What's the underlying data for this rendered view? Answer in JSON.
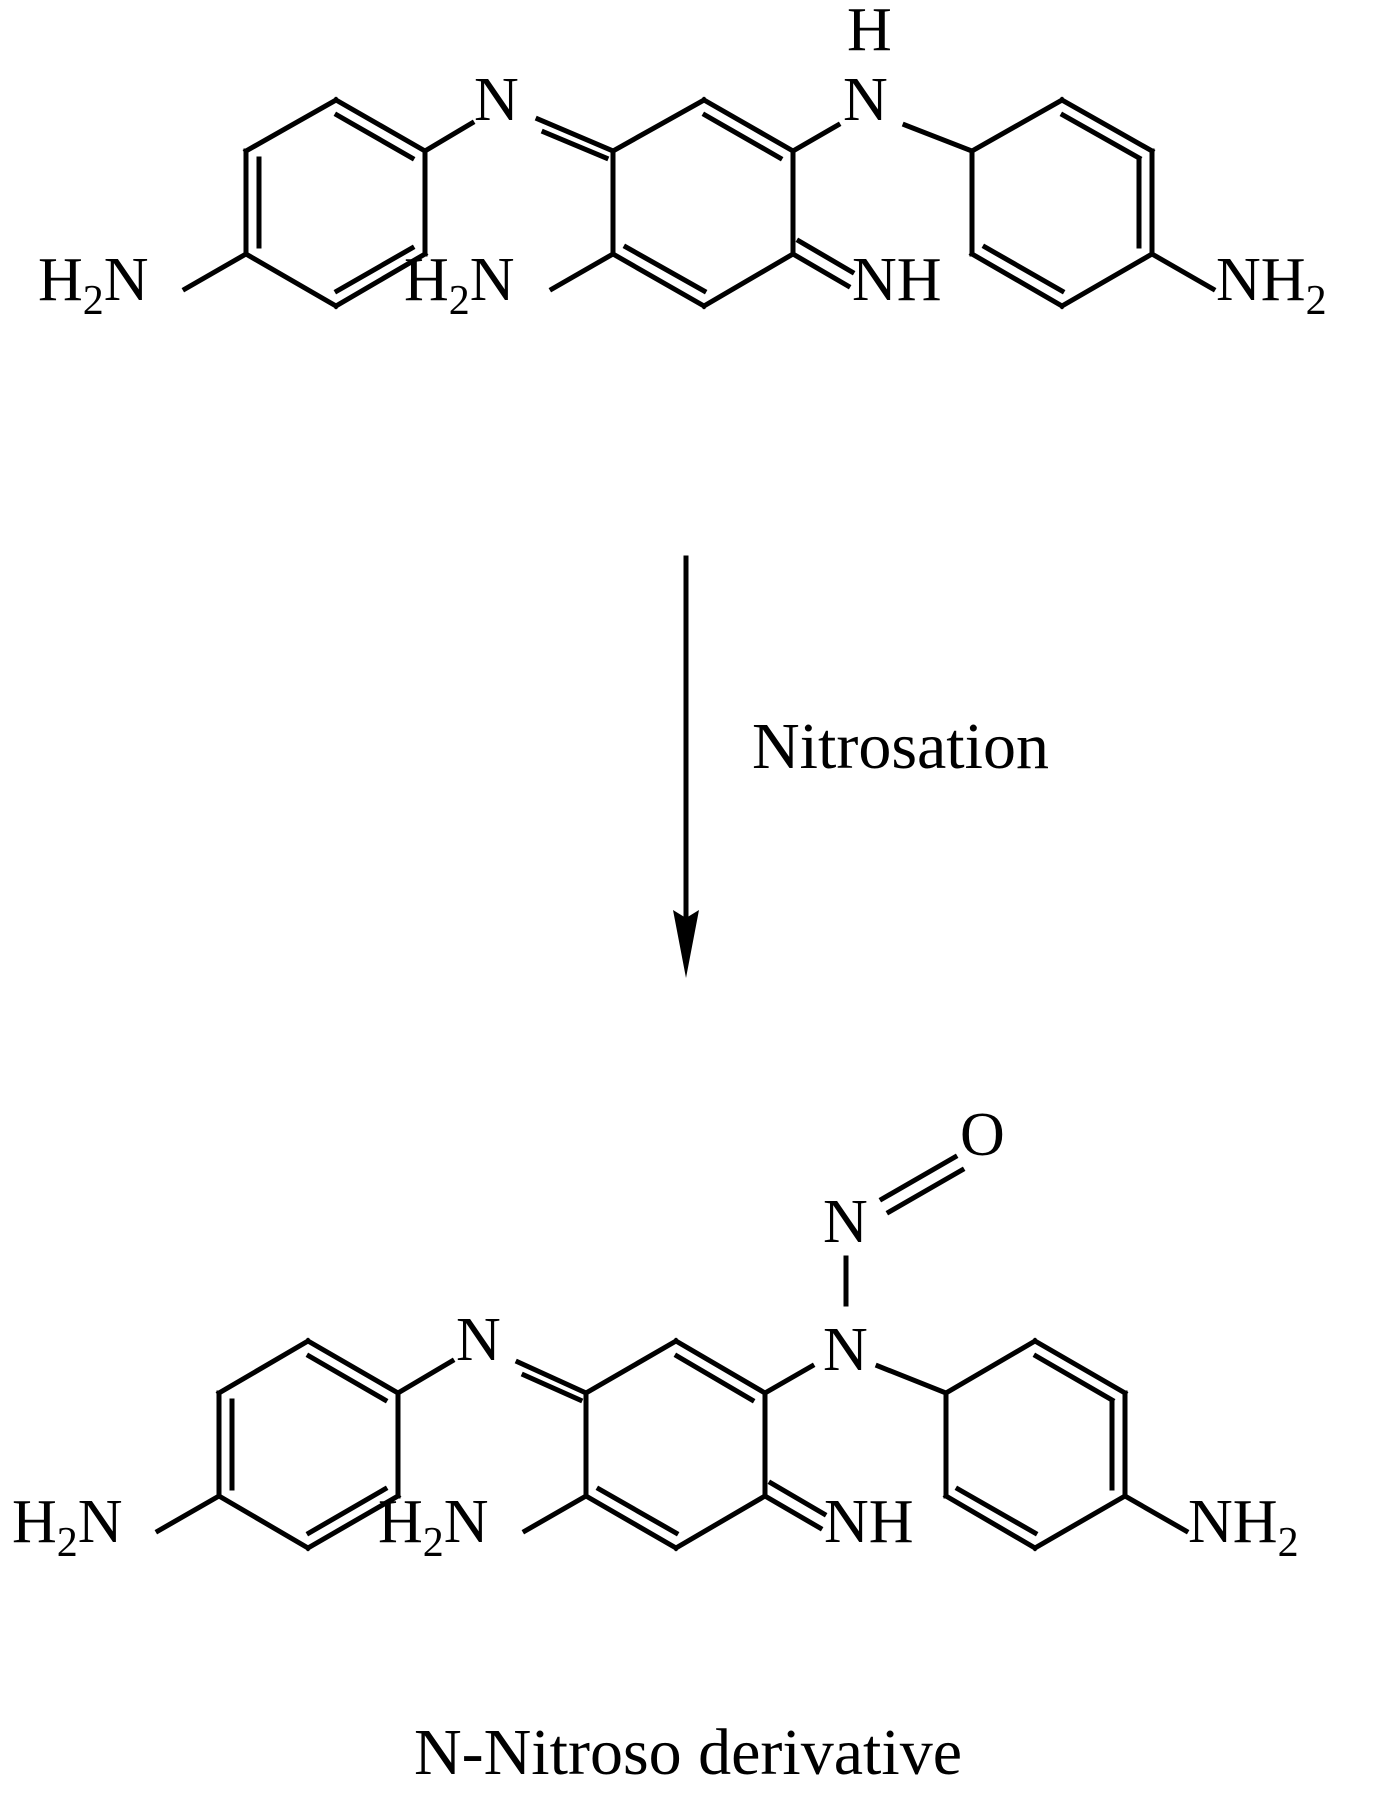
{
  "top_molecule": {
    "left_amine": {
      "prefix": "H",
      "sub": "2",
      "suffix": "N"
    },
    "imine_n": "N",
    "bridge_nh_h": "H",
    "bridge_nh_n": "N",
    "ring_amine": {
      "prefix": "H",
      "sub": "2",
      "suffix": "N"
    },
    "ring_imine": "NH",
    "right_amine": {
      "prefix": "NH",
      "sub": "2"
    }
  },
  "reaction": {
    "label": "Nitrosation"
  },
  "bottom_molecule": {
    "left_amine": {
      "prefix": "H",
      "sub": "2",
      "suffix": "N"
    },
    "imine_n": "N",
    "nitroso_o": "O",
    "nitroso_n": "N",
    "bridge_n": "N",
    "ring_amine": {
      "prefix": "H",
      "sub": "2",
      "suffix": "N"
    },
    "ring_imine": "NH",
    "right_amine": {
      "prefix": "NH",
      "sub": "2"
    },
    "caption": "N-Nitroso derivative"
  },
  "colors": {
    "ink": "#000000",
    "background": "#ffffff"
  }
}
